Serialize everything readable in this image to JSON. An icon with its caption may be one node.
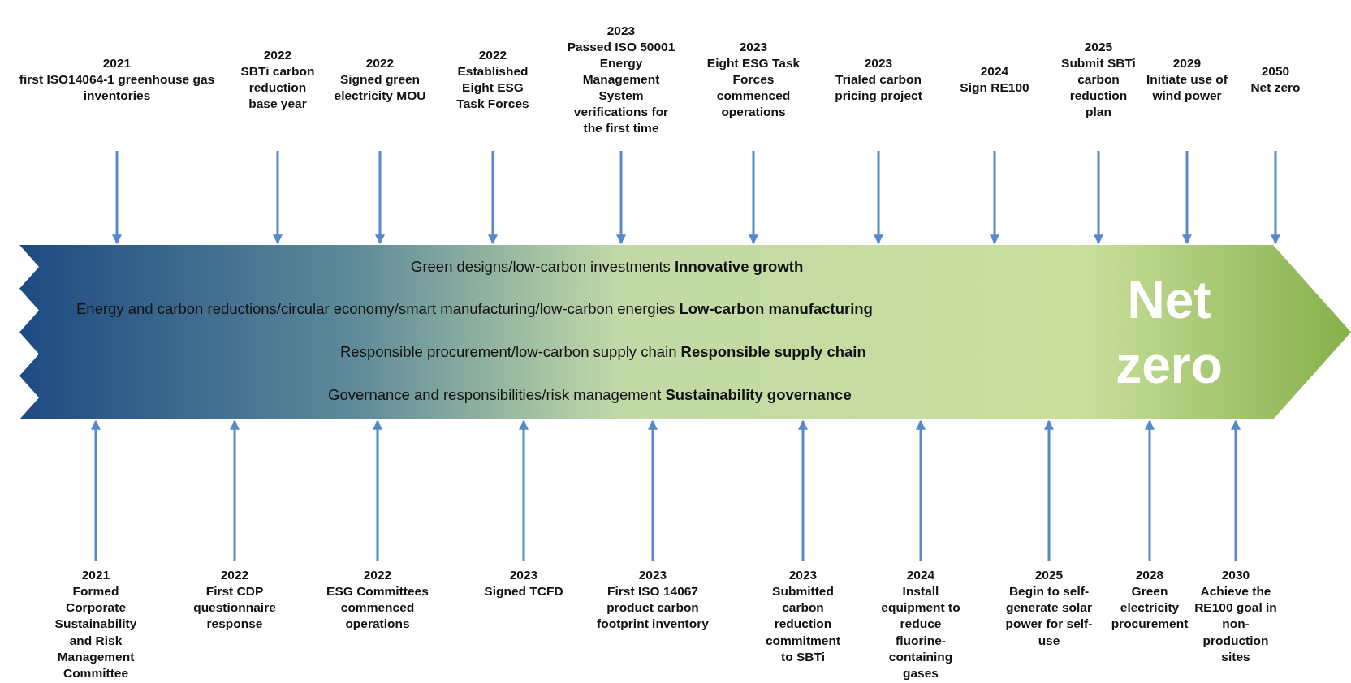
{
  "diagram": {
    "nodes": [
      {
        "text": [
          "2021",
          "first ISO14064-1 greenhouse gas inventories"
        ]
      },
      {
        "text": [
          "2022",
          "SBTi carbon reduction base year"
        ]
      },
      {
        "text": [
          "2022",
          "Signed green electricity MOU"
        ]
      },
      {
        "text": [
          "2022",
          "Established Eight ESG Task Forces"
        ]
      },
      {
        "text": [
          "2023",
          "Passed ISO 50001 Energy Management System verifications for the first time"
        ]
      },
      {
        "text": [
          "2023",
          "Eight ESG Task Forces commenced operations"
        ]
      },
      {
        "text": [
          "2023",
          "Trialed carbon pricing project"
        ]
      },
      {
        "text": [
          "2024",
          "Sign RE100"
        ]
      },
      {
        "text": [
          "2025",
          "Submit SBTi carbon reduction plan"
        ]
      },
      {
        "text": [
          "2029",
          "Initiate use of wind power"
        ]
      },
      {
        "text": [
          "2050",
          "Net zero"
        ]
      },
      {
        "text": [
          "Green designs/low-carbon investments  **Innovative growth**",
          "Energy and carbon reductions/circular economy/smart manufacturing/low-carbon energies  **Low-carbon manufacturing**",
          "Responsible procurement/low-carbon supply chain  **Responsible supply chain**",
          "Governance and responsibilities/risk management  **Sustainability governance**",
          "Net zero"
        ]
      },
      {
        "text": [
          "2021",
          "Formed Corporate Sustainability and Risk Management Committee"
        ]
      },
      {
        "text": [
          "2022",
          "First CDP questionnaire response"
        ]
      },
      {
        "text": [
          "2022",
          "ESG Committees commenced operations"
        ]
      },
      {
        "text": [
          "2023",
          "Signed TCFD"
        ]
      },
      {
        "text": [
          "2023",
          "First ISO 14067 product carbon footprint inventory"
        ]
      },
      {
        "text": [
          "2023",
          "Submitted carbon reduction commitment to SBTi"
        ]
      },
      {
        "text": [
          "2024",
          "Install equipment to reduce fluorine-containing gases"
        ]
      },
      {
        "text": [
          "2025",
          "Begin to self-generate solar power for self-use"
        ]
      },
      {
        "text": [
          "2028",
          "Green electricity procurement"
        ]
      },
      {
        "text": [
          "2030",
          "Achieve the RE100 goal in non-production sites"
        ]
      }
    ],
    "edges": [
      {
        "from": 0,
        "to": 11,
        "arrow": "to"
      },
      {
        "from": 1,
        "to": 11,
        "arrow": "to"
      },
      {
        "from": 2,
        "to": 11,
        "arrow": "to"
      },
      {
        "from": 3,
        "to": 11,
        "arrow": "to"
      },
      {
        "from": 4,
        "to": 11,
        "arrow": "to"
      },
      {
        "from": 5,
        "to": 11,
        "arrow": "to"
      },
      {
        "from": 6,
        "to": 11,
        "arrow": "to"
      },
      {
        "from": 7,
        "to": 11,
        "arrow": "to"
      },
      {
        "from": 8,
        "to": 11,
        "arrow": "to"
      },
      {
        "from": 9,
        "to": 11,
        "arrow": "to"
      },
      {
        "from": 10,
        "to": 11,
        "arrow": "to"
      },
      {
        "from": 12,
        "to": 11,
        "arrow": "to"
      },
      {
        "from": 13,
        "to": 11,
        "arrow": "to"
      },
      {
        "from": 14,
        "to": 11,
        "arrow": "to"
      },
      {
        "from": 15,
        "to": 11,
        "arrow": "to"
      },
      {
        "from": 16,
        "to": 11,
        "arrow": "to"
      },
      {
        "from": 17,
        "to": 11,
        "arrow": "to"
      },
      {
        "from": 18,
        "to": 11,
        "arrow": "to"
      },
      {
        "from": 19,
        "to": 11,
        "arrow": "to"
      },
      {
        "from": 20,
        "to": 11,
        "arrow": "to"
      },
      {
        "from": 21,
        "to": 11,
        "arrow": "to"
      }
    ]
  }
}
